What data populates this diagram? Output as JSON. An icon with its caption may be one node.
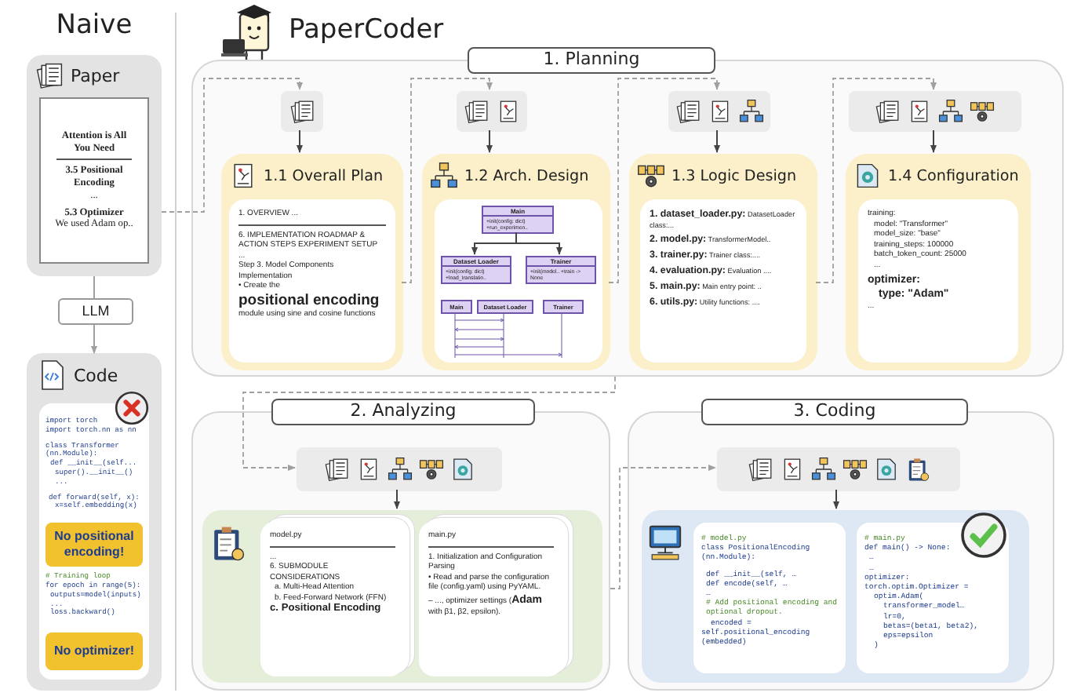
{
  "diagram": {
    "nodes": [
      {
        "text": [
          "Paper"
        ]
      },
      {
        "text": [
          "Attention is All You Need",
          "3.5 Positional Encoding",
          "...",
          "5.3 Optimizer",
          "We used Adam op.."
        ],
        "in": 0
      },
      {
        "text": [
          "LLM"
        ]
      },
      {
        "text": [
          "Code"
        ]
      },
      {
        "text": [
          "import torch",
          "import torch.nn as nn",
          "class Transformer (nn.Module):",
          "def __init__(self...",
          "super().__init__()",
          "...",
          "def forward(self, x):",
          "x=self.embedding(x)",
          "# Training loop",
          "for epoch in range(5):",
          "outputs=model(inputs)",
          "...",
          "loss.backward()"
        ],
        "in": 3
      },
      {
        "text": [
          "No positional encoding!"
        ],
        "in": 4
      },
      {
        "text": [
          "No optimizer!"
        ],
        "in": 4
      },
      {
        "text": [
          "1. Planning"
        ]
      },
      {
        "text": [],
        "shape": "box",
        "in": 7
      },
      {
        "text": [
          "1.1 Overall Plan"
        ],
        "in": 7
      },
      {
        "text": [
          "1. OVERVIEW ...",
          "6. IMPLEMENTATION ROADMAP & ACTION STEPS EXPERIMENT SETUP",
          "...",
          "Step 3. Model Components Implementation",
          "• Create the",
          "positional encoding",
          "module using sine and cosine functions"
        ],
        "in": 9
      },
      {
        "text": [],
        "shape": "box",
        "in": 7
      },
      {
        "text": [
          "1.2 Arch. Design"
        ],
        "in": 7
      },
      {
        "text": [],
        "shape": "box",
        "in": 12
      },
      {
        "text": [
          "Main",
          "+init(config: dict) +run_experimen.."
        ],
        "in": 13
      },
      {
        "text": [
          "Dataset Loader",
          "+init(config: dict) +load_translatio.."
        ],
        "in": 13
      },
      {
        "text": [
          "Trainer",
          "+init(model.. +train -> None"
        ],
        "in": 13
      },
      {
        "text": [
          "Main"
        ],
        "in": 13
      },
      {
        "text": [
          "Dataset Loader"
        ],
        "in": 13
      },
      {
        "text": [
          "Trainer"
        ],
        "in": 13
      },
      {
        "text": [],
        "shape": "box",
        "in": 7
      },
      {
        "text": [
          "1.3 Logic Design"
        ],
        "in": 7
      },
      {
        "text": [
          "**1. dataset_loader.py:** DatasetLoader class:...",
          "**2. model.py:** TransformerModel..",
          "**3. trainer.py:** Trainer class:....",
          "**4. evaluation.py:** Evaluation ....",
          "**5. main.py:** Main entry point: ..",
          "**6. utils.py:** Utility functions: ...."
        ],
        "in": 21
      },
      {
        "text": [],
        "shape": "box",
        "in": 7
      },
      {
        "text": [
          "1.4 Configuration"
        ],
        "in": 7
      },
      {
        "text": [
          "training:",
          "model: \"Transformer\"",
          "model_size: \"base\"",
          "training_steps: 100000",
          "batch_token_count: 25000",
          "...",
          "optimizer:",
          "type: \"Adam\"",
          "..."
        ],
        "in": 24
      },
      {
        "text": [
          "2. Analyzing"
        ]
      },
      {
        "text": [],
        "shape": "box",
        "in": 26
      },
      {
        "text": [],
        "shape": "box",
        "in": 26
      },
      {
        "text": [
          "model.py",
          "...",
          "6. SUBMODULE CONSIDERATIONS",
          "a. Multi-Head Attention",
          "b. Feed-Forward Network (FFN)",
          "c. Positional Encoding"
        ],
        "in": 28
      },
      {
        "text": [
          "main.py",
          "1. Initialization and Configuration Parsing",
          "• Read and parse the configuration file (config.yaml) using PyYAML.",
          "– ..., optimizer settings (**Adam** with β1, β2, epsilon)."
        ],
        "in": 28
      },
      {
        "text": [
          "3. Coding"
        ]
      },
      {
        "text": [],
        "shape": "box",
        "in": 31
      },
      {
        "text": [],
        "shape": "box",
        "in": 31
      },
      {
        "text": [
          "# model.py",
          "class PositionalEncoding (nn.Module):",
          "def __init__(self, …",
          "def encode(self, …",
          "…",
          "# Add positional encoding and optional dropout.",
          "encoded =",
          "self.positional_encoding (embedded)"
        ],
        "in": 33
      },
      {
        "text": [
          "# main.py",
          "def main() -> None:",
          "…",
          "…",
          "optimizer:",
          "torch.optim.Optimizer =",
          "optim.Adam(",
          "transformer_model…",
          "lr=0,",
          "betas=(beta1, beta2),",
          "eps=epsilon",
          ")"
        ],
        "in": 33
      }
    ],
    "edges": [
      {
        "from": 0,
        "to": 2,
        "arrow": "none",
        "color": "#a0a0a0"
      },
      {
        "from": 2,
        "to": 3,
        "arrow": "to",
        "color": "#a0a0a0"
      },
      {
        "from": 0,
        "to": 8,
        "arrow": "to",
        "style": "dashed",
        "color": "#a0a0a0"
      },
      {
        "from": 8,
        "to": 9,
        "arrow": "to",
        "color": "#444444"
      },
      {
        "from": 9,
        "to": 11,
        "arrow": "to",
        "style": "dashed",
        "color": "#a0a0a0"
      },
      {
        "from": 11,
        "to": 12,
        "arrow": "to",
        "color": "#444444"
      },
      {
        "from": 12,
        "to": 20,
        "arrow": "to",
        "style": "dashed",
        "color": "#a0a0a0"
      },
      {
        "from": 20,
        "to": 21,
        "arrow": "to",
        "color": "#444444"
      },
      {
        "from": 21,
        "to": 23,
        "arrow": "to",
        "style": "dashed",
        "color": "#a0a0a0"
      },
      {
        "from": 23,
        "to": 24,
        "arrow": "to",
        "color": "#444444"
      },
      {
        "from": 14,
        "to": 15,
        "arrow": "to",
        "color": "#444444"
      },
      {
        "from": 14,
        "to": 16,
        "arrow": "to",
        "color": "#444444"
      },
      {
        "from": 7,
        "to": 27,
        "arrow": "to",
        "style": "dashed",
        "color": "#a0a0a0"
      },
      {
        "from": 27,
        "to": 28,
        "arrow": "to",
        "color": "#444444"
      },
      {
        "from": 26,
        "to": 32,
        "arrow": "to",
        "style": "dashed",
        "color": "#a0a0a0"
      },
      {
        "from": 32,
        "to": 33,
        "arrow": "to",
        "color": "#444444"
      }
    ],
    "labels": [
      "Naive",
      "PaperCoder"
    ]
  }
}
